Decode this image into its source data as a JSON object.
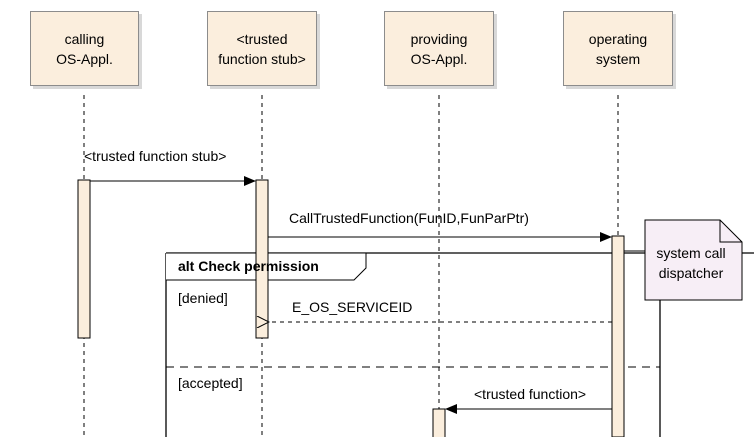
{
  "lifelines": [
    {
      "line1": "calling",
      "line2": "OS-Appl."
    },
    {
      "line1": "<trusted",
      "line2": "function stub>"
    },
    {
      "line1": "providing",
      "line2": "OS-Appl."
    },
    {
      "line1": "operating",
      "line2": "system"
    }
  ],
  "messages": {
    "m1": "<trusted function stub>",
    "m2": "CallTrustedFunction(FunID,FunParPtr)",
    "m3": "E_OS_SERVICEID",
    "m4": "<trusted function>"
  },
  "alt_frame": {
    "title": "alt Check permission",
    "guard1": "[denied]",
    "guard2": "[accepted]"
  },
  "note": {
    "line1": "system call",
    "line2": "dispatcher"
  }
}
